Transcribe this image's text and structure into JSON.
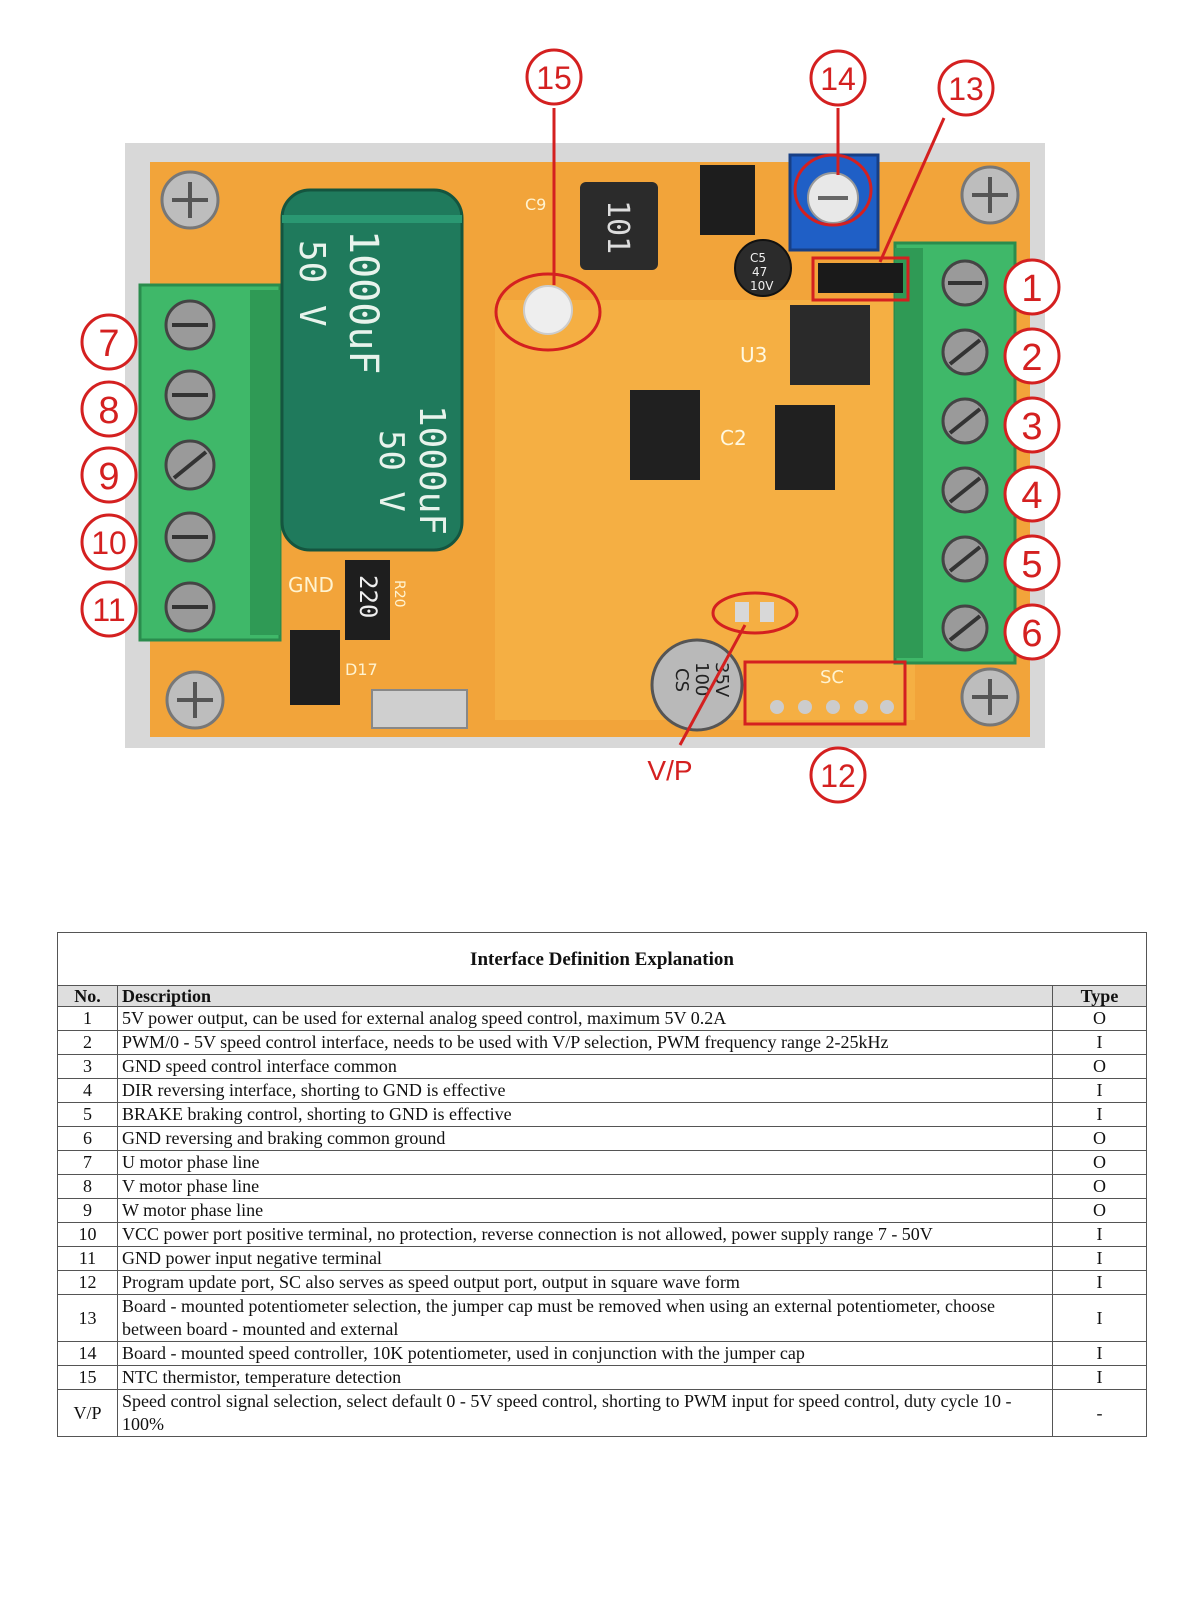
{
  "markers": {
    "m1": "1",
    "m2": "2",
    "m3": "3",
    "m4": "4",
    "m5": "5",
    "m6": "6",
    "m7": "7",
    "m8": "8",
    "m9": "9",
    "m10": "10",
    "m11": "11",
    "m12": "12",
    "m13": "13",
    "m14": "14",
    "m15": "15",
    "vp": "V/P"
  },
  "board_text": {
    "cap_line1": "1000uF",
    "cap_line2": "50   V",
    "cap_line3": "1000uF",
    "cap_line4": "50   V",
    "inductor": "101",
    "resistor": "220",
    "gnd": "GND",
    "c5_label": "C5",
    "c5_val": "47",
    "c5_volt": "10V",
    "cs_label": "CS",
    "cs_val": "100",
    "cs_volt": "35V",
    "u3": "U3",
    "c2": "C2",
    "sc": "SC",
    "d17": "D17",
    "r20": "R20",
    "c9": "C9"
  },
  "colors": {
    "board": "#f2a43a",
    "marker": "#d42020",
    "terminal": "#3fb869",
    "capacitor": "#1f7a5c"
  },
  "table": {
    "title": "Interface Definition Explanation",
    "headers": {
      "no": "No.",
      "desc": "Description",
      "type": "Type"
    },
    "rows": [
      {
        "no": "1",
        "desc": "5V power output, can be used for external analog speed control, maximum 5V 0.2A",
        "type": "O"
      },
      {
        "no": "2",
        "desc": "PWM/0 - 5V speed control interface, needs to be used with V/P selection, PWM frequency range 2-25kHz",
        "type": "I"
      },
      {
        "no": "3",
        "desc": "GND speed control interface common",
        "type": "O"
      },
      {
        "no": "4",
        "desc": "DIR reversing interface, shorting to GND is effective",
        "type": "I"
      },
      {
        "no": "5",
        "desc": "BRAKE braking control, shorting to GND is effective",
        "type": "I"
      },
      {
        "no": "6",
        "desc": "GND reversing and braking common ground",
        "type": "O"
      },
      {
        "no": "7",
        "desc": "U motor phase line",
        "type": "O"
      },
      {
        "no": "8",
        "desc": "V motor phase line",
        "type": "O"
      },
      {
        "no": "9",
        "desc": "W motor phase line",
        "type": "O"
      },
      {
        "no": "10",
        "desc": "VCC power port positive terminal, no protection, reverse connection is not allowed, power supply range 7 - 50V",
        "type": "I"
      },
      {
        "no": "11",
        "desc": "GND power input negative terminal",
        "type": "I"
      },
      {
        "no": "12",
        "desc": "Program update port, SC also serves as speed output port, output in square wave form",
        "type": "I"
      },
      {
        "no": "13",
        "desc": "Board - mounted potentiometer selection, the jumper cap must be removed when using an external potentiometer, choose between board - mounted and external",
        "type": "I"
      },
      {
        "no": "14",
        "desc": "Board - mounted speed controller, 10K potentiometer, used in conjunction with the jumper cap",
        "type": "I"
      },
      {
        "no": "15",
        "desc": "NTC thermistor, temperature detection",
        "type": "I"
      },
      {
        "no": "V/P",
        "desc": "Speed control signal selection, select default 0 - 5V speed control, shorting to PWM input for speed control, duty cycle 10 - 100%",
        "type": "-"
      }
    ]
  }
}
